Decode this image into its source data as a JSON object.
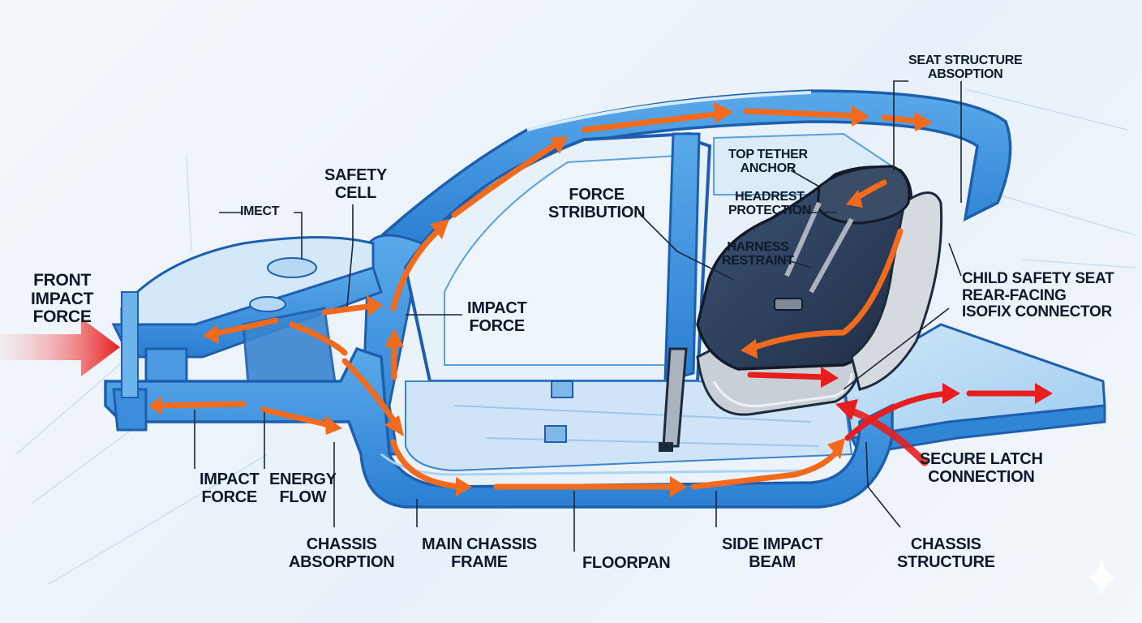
{
  "labels": {
    "front_impact_force": [
      "FRONT",
      "IMPACT",
      "FORCE"
    ],
    "impact_top": "IMECT",
    "safety_cell": [
      "SAFETY",
      "CELL"
    ],
    "force_distribution": [
      "FORCE",
      "STRIBUTION"
    ],
    "impact_force_mid": [
      "IMPACT",
      "FORCE"
    ],
    "top_tether_anchor": [
      "TOP TETHER",
      "ANCHOR"
    ],
    "headrest_protection": [
      "HEADREST",
      "PROTECTION"
    ],
    "harness_restraint": [
      "HARNESS",
      "RESTRAINT"
    ],
    "seat_structure_absorption": [
      "SEAT STRUCTURE",
      "ABSOPTION"
    ],
    "child_safety_seat": [
      "CHILD SAFETY SEAT",
      "REAR-FACING",
      "ISOFIX CONNECTOR"
    ],
    "impact_force_low": [
      "IMPACT",
      "FORCE"
    ],
    "energy_flow": [
      "ENERGY",
      "FLOW"
    ],
    "chassis_absorption": [
      "CHASSIS",
      "ABSORPTION"
    ],
    "main_chassis_frame": [
      "MAIN CHASSIS",
      "FRAME"
    ],
    "floorpan": "FLOORPAN",
    "side_impact_beam": [
      "SIDE IMPACT",
      "BEAM"
    ],
    "chassis_structure": [
      "CHASSIS",
      "STRUCTURE"
    ],
    "secure_latch_connection": [
      "SECURE LATCH",
      "CONNECTION"
    ]
  },
  "colors": {
    "frame_blue": "#2f86d6",
    "frame_light": "#8cc4ef",
    "outline": "#1d5fae",
    "arrow_orange": "#f26a1b",
    "arrow_red": "#e81e1e",
    "seat_dark": "#2c3e5c",
    "text": "#0e1a2b"
  },
  "icons": [
    "sparkle-icon"
  ]
}
